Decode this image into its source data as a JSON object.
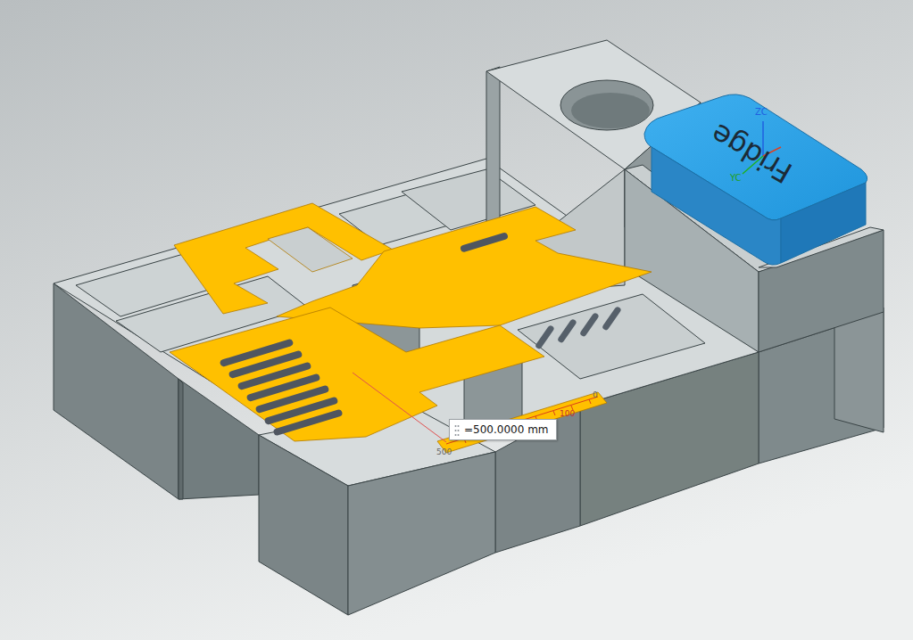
{
  "diagram": {
    "nodes": [
      {
        "text": [
          "Fridge"
        ]
      },
      {
        "text": [
          "=500.0000 mm"
        ]
      }
    ],
    "labels": [
      "500",
      "100",
      "0",
      "ZC",
      "YC"
    ]
  }
}
